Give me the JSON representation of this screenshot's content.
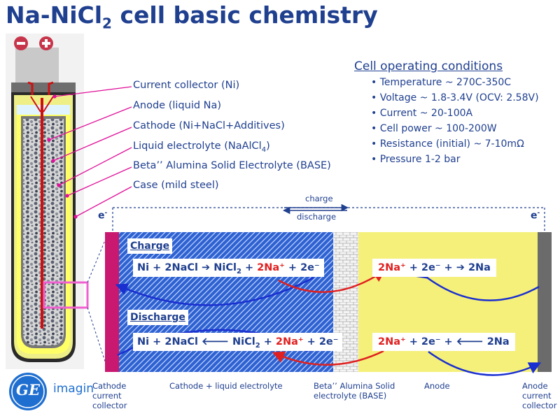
{
  "title": {
    "main": "Na-NiCl",
    "sub": "2",
    "rest": " cell basic chemistry"
  },
  "labels": [
    {
      "text": "Current collector (Ni)"
    },
    {
      "text": "Anode (liquid Na)"
    },
    {
      "text": "Cathode (Ni+NaCl+Additives)"
    },
    {
      "text": "Liquid electrolyte (NaAlCl",
      "sub": "4",
      "after": ")"
    },
    {
      "text": "Beta’’ Alumina Solid Electrolyte (BASE)"
    },
    {
      "text": "Case (mild steel)"
    }
  ],
  "conditions": {
    "heading": "Cell operating conditions",
    "items": [
      "• Temperature ~ 270C-350C",
      "• Voltage ~ 1.8-3.4V (OCV: 2.58V)",
      "• Current ~ 20-100A",
      "• Cell power ~ 100-200W",
      "• Resistance (initial) ~ 7-10mΩ",
      "• Pressure 1-2 bar"
    ]
  },
  "terminals": {
    "minus": "−",
    "plus": "+"
  },
  "flow": {
    "charge": "charge",
    "discharge": "discharge"
  },
  "electron": {
    "e": "e",
    "sup": "-"
  },
  "charge": {
    "title": "Charge",
    "cathode_eq": {
      "p1": "Ni + 2NaCl ",
      "arrow": "➔",
      "p2": " NiCl",
      "sub": "2",
      "p3": " + ",
      "red": "2Na⁺",
      "p4": " + 2e⁻"
    },
    "anode_eq": {
      "red": "2Na⁺",
      "p1": " + 2e⁻ + ",
      "arrow": "➔",
      "p2": "  2Na"
    }
  },
  "discharge": {
    "title": "Discharge",
    "cathode_eq": {
      "p1": "Ni + 2NaCl ",
      "arrow": "🡐",
      "p2": " NiCl",
      "sub": "2",
      "p3": " + ",
      "red": "2Na⁺",
      "p4": " + 2e⁻"
    },
    "anode_eq": {
      "red": "2Na⁺",
      "p1": " + 2e⁻ + ",
      "arrow": "🡐",
      "p2": "  2Na"
    }
  },
  "bottom_labels": {
    "cathode_collector": [
      "Cathode",
      "current",
      "collector"
    ],
    "cathode_region": "Cathode + liquid electrolyte",
    "base": [
      "Beta’’ Alumina Solid",
      "electrolyte (BASE)"
    ],
    "anode": "Anode",
    "anode_collector": [
      "Anode",
      "current",
      "collector"
    ]
  },
  "logo": {
    "brand": "GE",
    "tagline": "imagin"
  },
  "colors": {
    "title": "#1f3f8f",
    "cathode_blue": "#2457c8",
    "anode_yellow": "#f5f07a",
    "cathode_collector": "#c8186f",
    "anode_collector": "#6b6b6b",
    "arrow_blue": "#1a2fd0",
    "arrow_red": "#e02020",
    "pointer_magenta": "#e0109a"
  }
}
